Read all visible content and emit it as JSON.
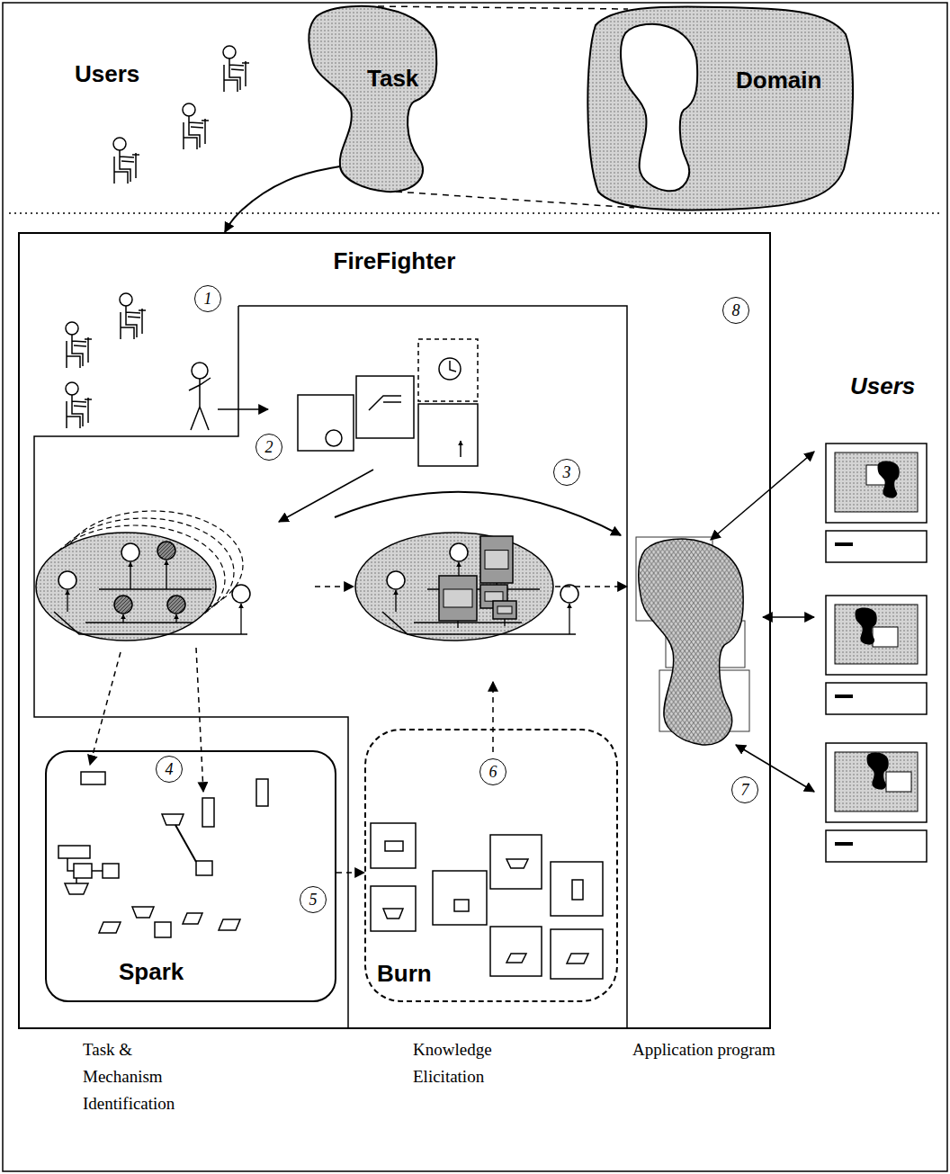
{
  "diagram": {
    "nodes": [
      {
        "text": [
          "Task"
        ]
      },
      {
        "text": [
          "Domain"
        ]
      },
      {
        "text": [
          "FireFighter"
        ]
      },
      {
        "text": [
          "Spark"
        ],
        "in": 2
      },
      {
        "text": [
          "Burn"
        ],
        "in": 2
      }
    ],
    "edges": [
      {
        "from": 0,
        "to": 2,
        "arrow": "to"
      },
      {
        "from": 0,
        "to": 1,
        "arrow": "none"
      },
      {
        "from": 0,
        "to": 1,
        "arrow": "none"
      },
      {
        "from": 3,
        "to": 4,
        "arrow": "to"
      }
    ],
    "labels": [
      "Users",
      "1",
      "8",
      "Users",
      "2",
      "3",
      "4",
      "6",
      "7",
      "5",
      "Task & Mechanism Identification",
      "Knowledge Elicitation",
      "Application program"
    ]
  }
}
